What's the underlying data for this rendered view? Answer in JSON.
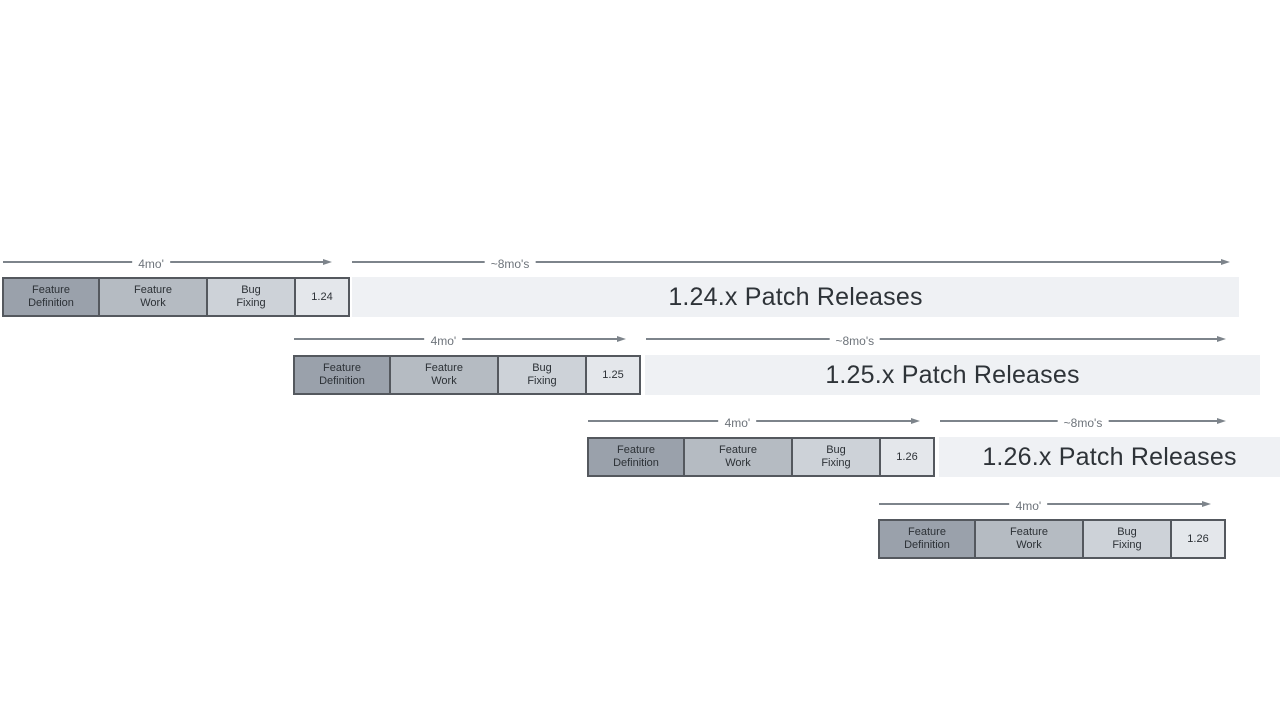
{
  "colors": {
    "background": "#ffffff",
    "box_feature_definition": "#9aa1ab",
    "box_feature_work": "#b5bbc2",
    "box_bug_fixing": "#cdd2d8",
    "box_version": "#e4e7eb",
    "box_border": "#54585e",
    "box_text": "#2c3136",
    "patch_bar_bg": "#eff1f4",
    "patch_bar_text": "#2e3338",
    "arrow": "#7d848b",
    "duration_text": "#6e747b"
  },
  "phases": {
    "feature_definition": "Feature\nDefinition",
    "feature_work": "Feature\nWork",
    "bug_fixing": "Bug\nFixing"
  },
  "durations": {
    "dev_cycle": "4mo'",
    "patch_support": "~8mo's"
  },
  "releases": [
    {
      "version": "1.24",
      "patch_label": "1.24.x Patch Releases"
    },
    {
      "version": "1.25",
      "patch_label": "1.25.x Patch Releases"
    },
    {
      "version": "1.26",
      "patch_label": "1.26.x Patch Releases"
    },
    {
      "version": "1.26"
    }
  ]
}
